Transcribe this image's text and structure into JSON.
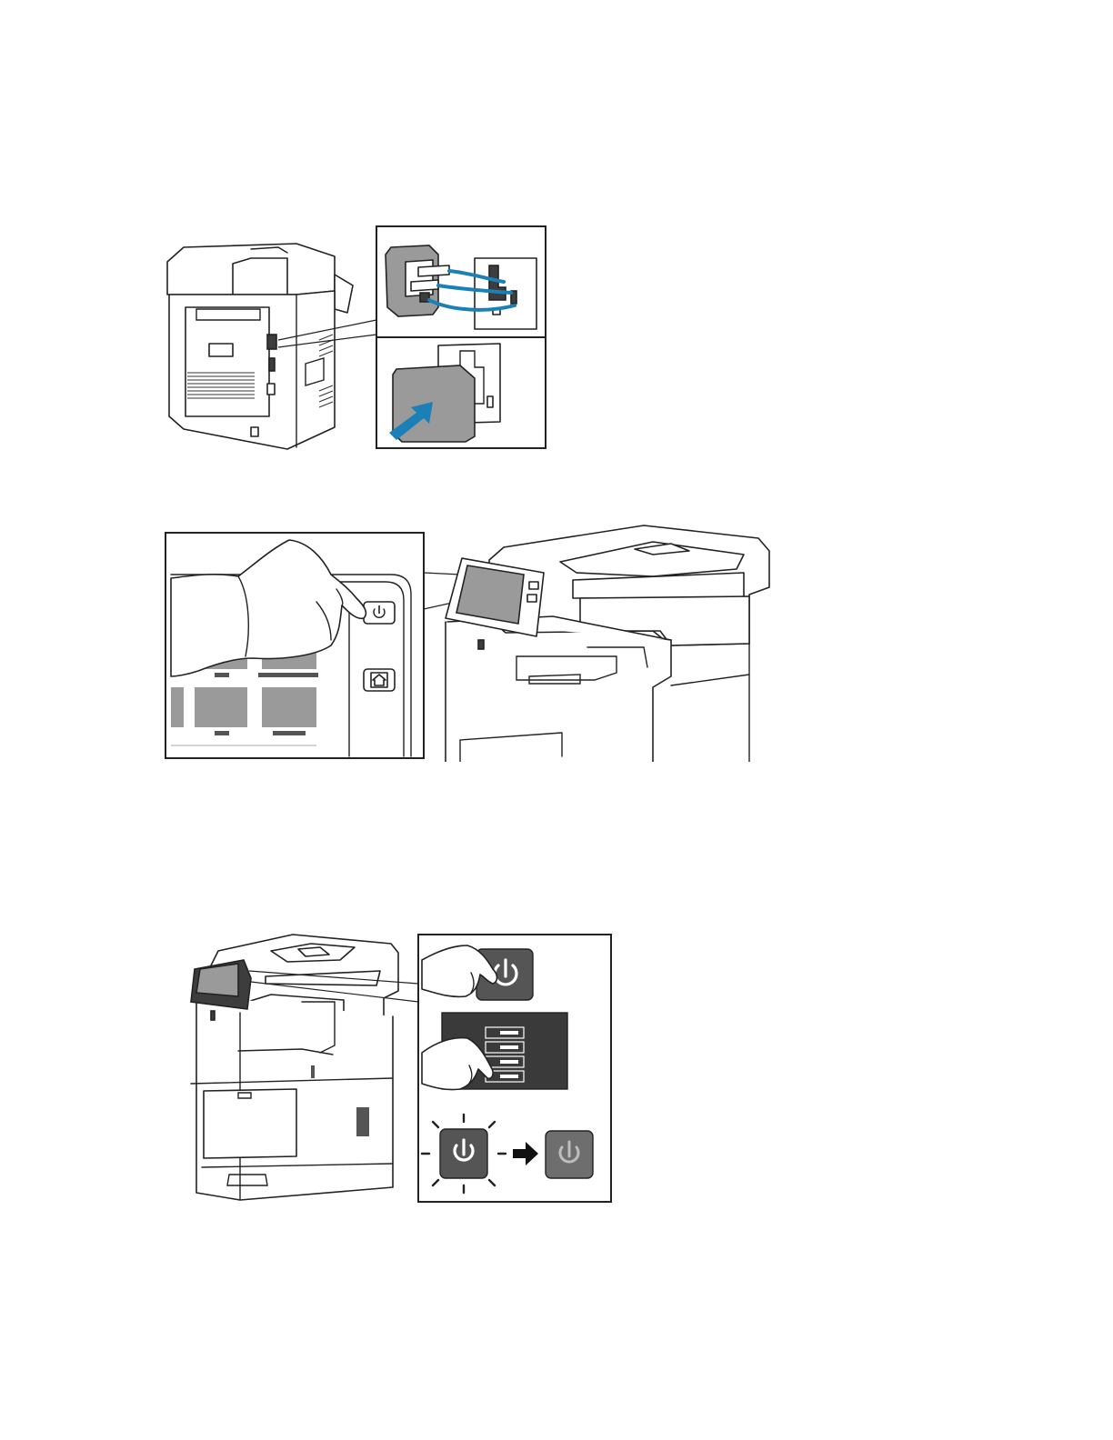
{
  "figures": [
    {
      "name": "fax-module-install",
      "icons": [
        "printer-rear-icon",
        "fax-module-icon",
        "push-arrow-icon"
      ]
    },
    {
      "name": "power-button-press",
      "icons": [
        "hand-icon",
        "power-icon",
        "home-icon",
        "printer-front-icon"
      ]
    },
    {
      "name": "power-off-sequence",
      "icons": [
        "printer-front-icon",
        "hand-icon",
        "power-icon",
        "power-menu-icon",
        "arrow-right-icon"
      ]
    }
  ],
  "colors": {
    "accent": "#1b7fb8",
    "button_dark": "#3d3d3d",
    "button_gray": "#6e6e6e"
  }
}
